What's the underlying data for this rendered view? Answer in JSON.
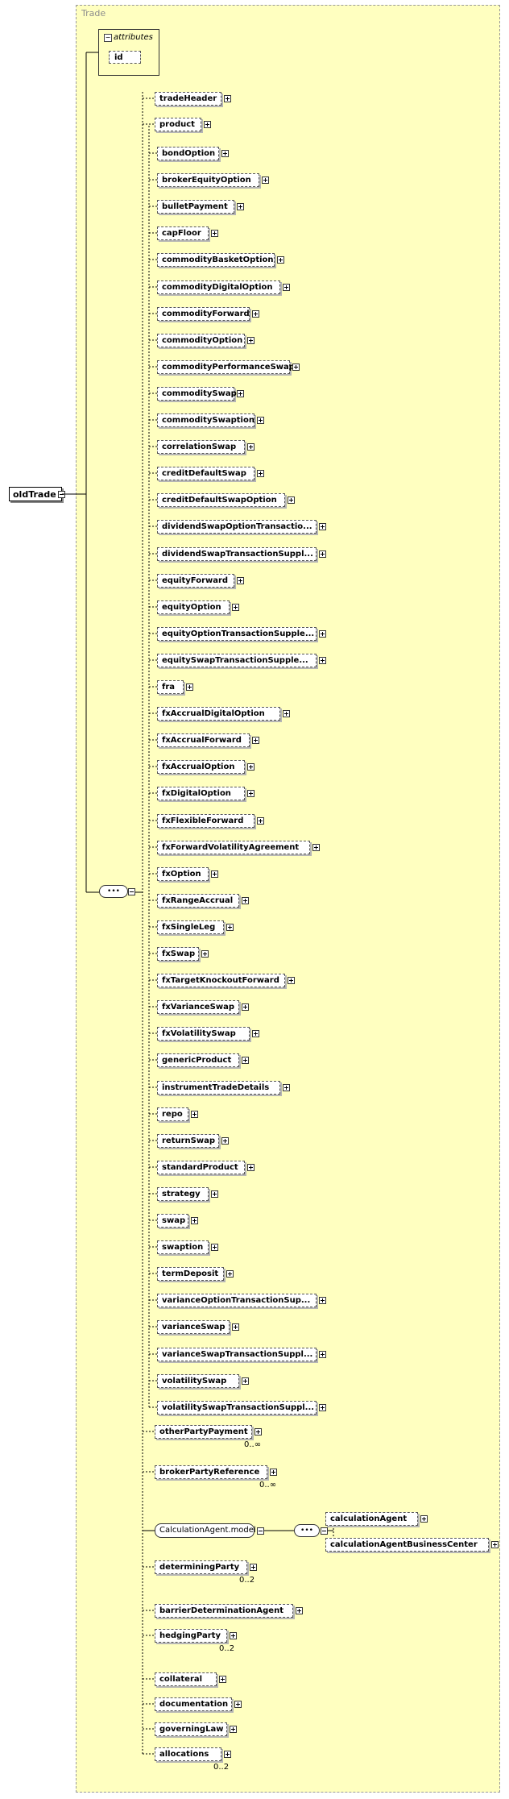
{
  "type_name": "Trade",
  "attributes_label": "attributes",
  "attribute_id": "id",
  "root_element": "oldTrade",
  "top_elements": [
    "tradeHeader",
    "product"
  ],
  "product_choices": [
    "bondOption",
    "brokerEquityOption",
    "bulletPayment",
    "capFloor",
    "commodityBasketOption",
    "commodityDigitalOption",
    "commodityForward",
    "commodityOption",
    "commodityPerformanceSwap",
    "commoditySwap",
    "commoditySwaption",
    "correlationSwap",
    "creditDefaultSwap",
    "creditDefaultSwapOption",
    "dividendSwapOptionTransactio...",
    "dividendSwapTransactionSuppl...",
    "equityForward",
    "equityOption",
    "equityOptionTransactionSupple...",
    "equitySwapTransactionSupple...",
    "fra",
    "fxAccrualDigitalOption",
    "fxAccrualForward",
    "fxAccrualOption",
    "fxDigitalOption",
    "fxFlexibleForward",
    "fxForwardVolatilityAgreement",
    "fxOption",
    "fxRangeAccrual",
    "fxSingleLeg",
    "fxSwap",
    "fxTargetKnockoutForward",
    "fxVarianceSwap",
    "fxVolatilitySwap",
    "genericProduct",
    "instrumentTradeDetails",
    "repo",
    "returnSwap",
    "standardProduct",
    "strategy",
    "swap",
    "swaption",
    "termDeposit",
    "varianceOptionTransactionSup...",
    "varianceSwap",
    "varianceSwapTransactionSuppl...",
    "volatilitySwap",
    "volatilitySwapTransactionSuppl..."
  ],
  "other_elements": [
    {
      "name": "otherPartyPayment",
      "card": "0..∞"
    },
    {
      "name": "brokerPartyReference",
      "card": "0..∞"
    }
  ],
  "group_ref": "CalculationAgent.model",
  "group_elements": [
    "calculationAgent",
    "calculationAgentBusinessCenter"
  ],
  "tail_elements": [
    {
      "name": "determiningParty",
      "card": "0..2"
    },
    {
      "name": "barrierDeterminationAgent",
      "card": ""
    },
    {
      "name": "hedgingParty",
      "card": "0..2"
    },
    {
      "name": "collateral",
      "card": ""
    },
    {
      "name": "documentation",
      "card": ""
    },
    {
      "name": "governingLaw",
      "card": ""
    },
    {
      "name": "allocations",
      "card": "0..2"
    }
  ]
}
